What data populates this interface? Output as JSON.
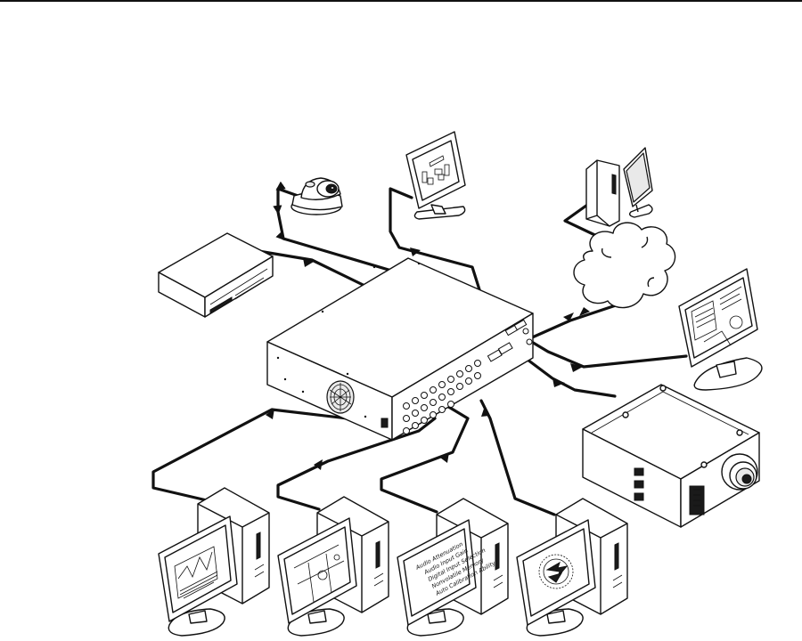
{
  "screen_text": {
    "lines": [
      "Audio Attenuation",
      "Audio Input Gain",
      "Digital Input Selection",
      "Nonvolatile Memory",
      "Auto Calibration Ability"
    ]
  }
}
